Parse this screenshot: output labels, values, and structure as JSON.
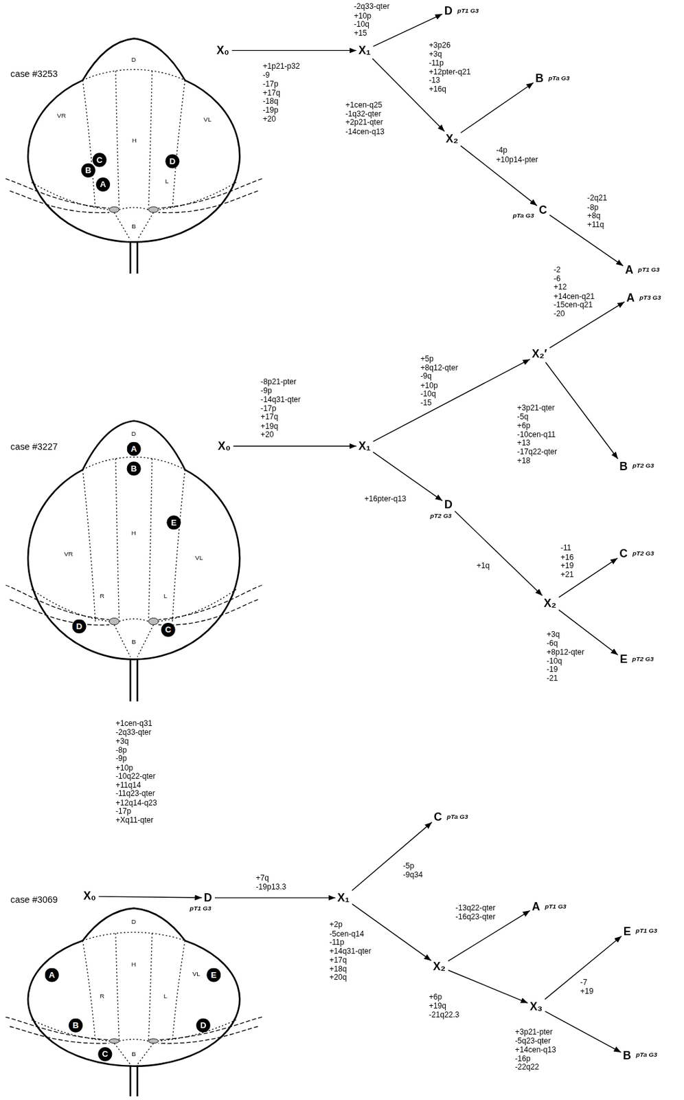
{
  "diagram": {
    "nodes": [
      {
        "text": [
          "C"
        ]
      },
      {
        "text": [
          "D"
        ]
      },
      {
        "text": [
          "B"
        ]
      },
      {
        "text": [
          "A"
        ]
      },
      {
        "text": [
          "X₀"
        ]
      },
      {
        "text": [
          "X₁"
        ]
      },
      {
        "text": [
          "D",
          "pT1 G3"
        ]
      },
      {
        "text": [
          "X₂"
        ]
      },
      {
        "text": [
          "B",
          "pTa G3"
        ]
      },
      {
        "text": [
          "C",
          "pTa G3"
        ]
      },
      {
        "text": [
          "A",
          "pT1 G3"
        ]
      },
      {
        "text": [
          "A"
        ]
      },
      {
        "text": [
          "B"
        ]
      },
      {
        "text": [
          "E"
        ]
      },
      {
        "text": [
          "D"
        ]
      },
      {
        "text": [
          "C"
        ]
      },
      {
        "text": [
          "X₀"
        ]
      },
      {
        "text": [
          "X₁"
        ]
      },
      {
        "text": [
          "X₂′"
        ]
      },
      {
        "text": [
          "A",
          "pT3 G3"
        ]
      },
      {
        "text": [
          "B",
          "pT2 G3"
        ]
      },
      {
        "text": [
          "D",
          "pT2 G3"
        ]
      },
      {
        "text": [
          "X₂"
        ]
      },
      {
        "text": [
          "C",
          "pT2 G3"
        ]
      },
      {
        "text": [
          "E",
          "pT2 G3"
        ]
      },
      {
        "text": [
          "A"
        ]
      },
      {
        "text": [
          "E"
        ]
      },
      {
        "text": [
          "B"
        ]
      },
      {
        "text": [
          "D"
        ]
      },
      {
        "text": [
          "C"
        ]
      },
      {
        "text": [
          "X₀"
        ]
      },
      {
        "text": [
          "D",
          "pT1 G3"
        ]
      },
      {
        "text": [
          "X₁"
        ]
      },
      {
        "text": [
          "C",
          "pTa G3"
        ]
      },
      {
        "text": [
          "X₂"
        ]
      },
      {
        "text": [
          "A",
          "pT1 G3"
        ]
      },
      {
        "text": [
          "X₃"
        ]
      },
      {
        "text": [
          "E",
          "pT1 G3"
        ]
      },
      {
        "text": [
          "B",
          "pTa G3"
        ]
      }
    ],
    "edges": [
      {
        "from": 4,
        "to": 5,
        "arrow": "to",
        "label": "+1p21-p32 -9 -17p +17q -18q -19p +20"
      },
      {
        "from": 5,
        "to": 6,
        "arrow": "to",
        "label": "-2q33-qter +10p -10q +15"
      },
      {
        "from": 5,
        "to": 7,
        "arrow": "to",
        "label": "+1cen-q25 -1q32-qter +2p21-qter -14cen-q13"
      },
      {
        "from": 7,
        "to": 8,
        "arrow": "to",
        "label": "+3p26 +3q -11p +12pter-q21 -13 +16q"
      },
      {
        "from": 7,
        "to": 9,
        "arrow": "to",
        "label": "-4p +10p14-pter"
      },
      {
        "from": 9,
        "to": 10,
        "arrow": "to",
        "label": "-2q21 -8p +8q +11q"
      },
      {
        "from": 16,
        "to": 17,
        "arrow": "to",
        "label": "-8p21-pter -9p -14q31-qter -17p +17q +19q +20"
      },
      {
        "from": 17,
        "to": 18,
        "arrow": "to",
        "label": "+5p +8q12-qter -9q +10p -10q -15"
      },
      {
        "from": 18,
        "to": 19,
        "arrow": "to",
        "label": "-2 -6 +12 +14cen-q21 -15cen-q21 -20"
      },
      {
        "from": 18,
        "to": 20,
        "arrow": "to",
        "label": "+3p21-qter -5q +6p -10cen-q11 +13 -17q22-qter +18"
      },
      {
        "from": 17,
        "to": 21,
        "arrow": "to",
        "label": "+16pter-q13"
      },
      {
        "from": 21,
        "to": 22,
        "arrow": "to",
        "label": "+1q"
      },
      {
        "from": 22,
        "to": 23,
        "arrow": "to",
        "label": "-11 +16 +19 +21"
      },
      {
        "from": 22,
        "to": 24,
        "arrow": "to",
        "label": "+3q -6q +8p12-qter -10q -19 -21"
      },
      {
        "from": 30,
        "to": 31,
        "arrow": "to",
        "label": "+1cen-q31 -2q33-qter +3q -8p -9p +10p -10q22-qter +11q14 -11q23-qter +12q14-q23 -17p +Xq11-qter"
      },
      {
        "from": 31,
        "to": 32,
        "arrow": "to",
        "label": "+7q -19p13.3"
      },
      {
        "from": 32,
        "to": 33,
        "arrow": "to",
        "label": "-5p -9q34"
      },
      {
        "from": 32,
        "to": 34,
        "arrow": "to",
        "label": "+2p -5cen-q14 -11p +14q31-qter +17q +18q +20q"
      },
      {
        "from": 34,
        "to": 35,
        "arrow": "to",
        "label": "-13q22-qter -16q23-qter"
      },
      {
        "from": 34,
        "to": 36,
        "arrow": "to",
        "label": "+6p +19q -21q22.3"
      },
      {
        "from": 36,
        "to": 37,
        "arrow": "to",
        "label": "-7 +19"
      },
      {
        "from": 36,
        "to": 38,
        "arrow": "to",
        "label": "+3p21-pter -5q23-qter +14cen-q13 -16p -22q22"
      }
    ],
    "labels": [
      "case #3253",
      "D",
      "VR",
      "H",
      "VL",
      "L",
      "B",
      "case #3227",
      "D",
      "VR",
      "H",
      "VL",
      "R",
      "L",
      "B",
      "case #3069",
      "D",
      "H",
      "VL",
      "R",
      "L",
      "B"
    ]
  }
}
